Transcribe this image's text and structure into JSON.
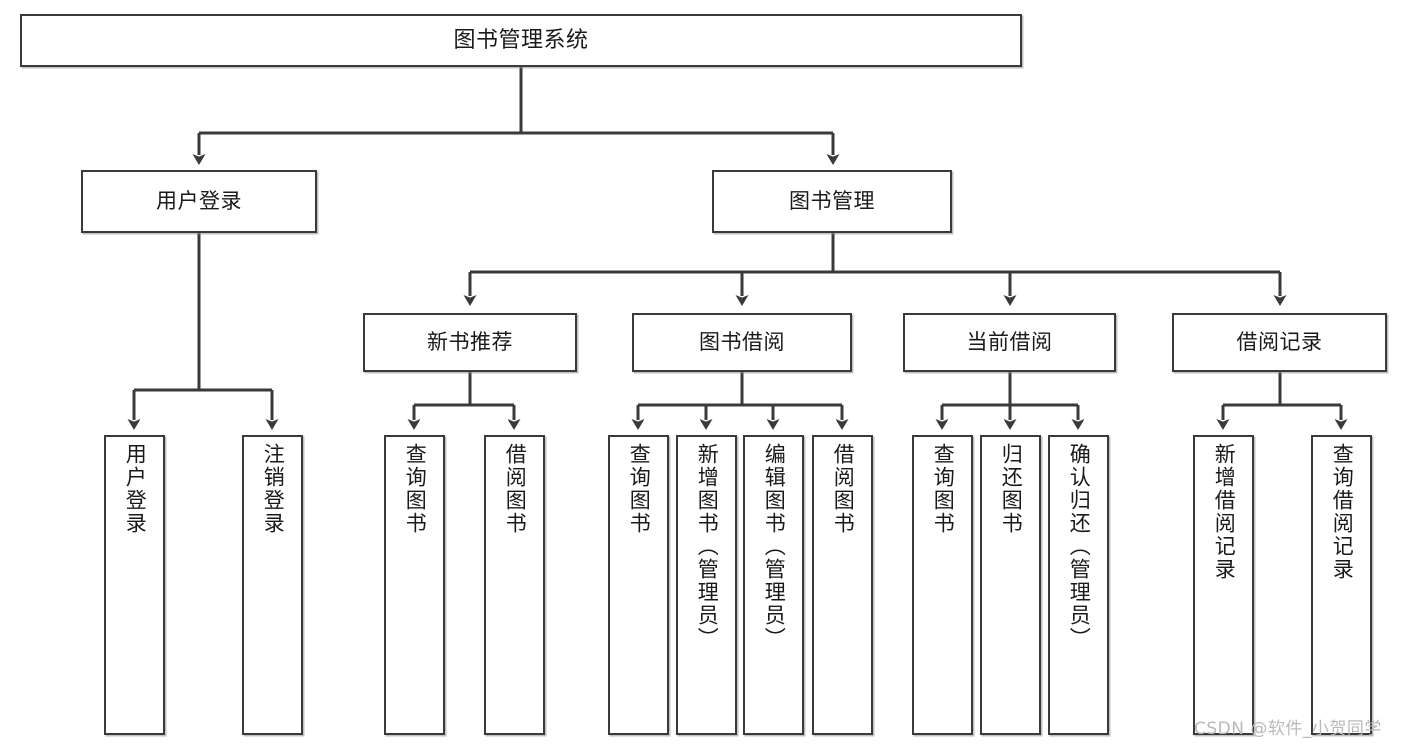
{
  "diagram": {
    "title": "图书管理系统",
    "type": "tree-hierarchy",
    "watermark": "CSDN @软件_小贺同学",
    "stroke_color": "#3a3a3a",
    "fill_color": "#ffffff",
    "text_color": "#1a1a1a",
    "watermark_color": "#b9b9b9"
  },
  "nodes": {
    "root": {
      "label": "图书管理系统",
      "level": 1,
      "orientation": "horizontal"
    },
    "l2": [
      {
        "id": "user-login",
        "label": "用户登录",
        "level": 2,
        "orientation": "horizontal"
      },
      {
        "id": "book-manage",
        "label": "图书管理",
        "level": 2,
        "orientation": "horizontal"
      }
    ],
    "l3": [
      {
        "id": "new-book-rec",
        "label": "新书推荐",
        "level": 3,
        "orientation": "horizontal"
      },
      {
        "id": "book-borrow",
        "label": "图书借阅",
        "level": 3,
        "orientation": "horizontal"
      },
      {
        "id": "current-borrow",
        "label": "当前借阅",
        "level": 3,
        "orientation": "horizontal"
      },
      {
        "id": "borrow-record",
        "label": "借阅记录",
        "level": 3,
        "orientation": "horizontal"
      }
    ],
    "leaves": [
      {
        "id": "leaf-user-login",
        "label": "用户登录",
        "parent": "user-login",
        "orientation": "vertical"
      },
      {
        "id": "leaf-logout",
        "label": "注销登录",
        "parent": "user-login",
        "orientation": "vertical"
      },
      {
        "id": "leaf-query-book-1",
        "label": "查询图书",
        "parent": "new-book-rec",
        "orientation": "vertical"
      },
      {
        "id": "leaf-borrow-book-1",
        "label": "借阅图书",
        "parent": "new-book-rec",
        "orientation": "vertical"
      },
      {
        "id": "leaf-query-book-2",
        "label": "查询图书",
        "parent": "book-borrow",
        "orientation": "vertical"
      },
      {
        "id": "leaf-add-book",
        "label": "新增图书（管理员）",
        "parent": "book-borrow",
        "orientation": "vertical"
      },
      {
        "id": "leaf-edit-book",
        "label": "编辑图书（管理员）",
        "parent": "book-borrow",
        "orientation": "vertical"
      },
      {
        "id": "leaf-borrow-book-2",
        "label": "借阅图书",
        "parent": "book-borrow",
        "orientation": "vertical"
      },
      {
        "id": "leaf-query-book-3",
        "label": "查询图书",
        "parent": "current-borrow",
        "orientation": "vertical"
      },
      {
        "id": "leaf-return-book",
        "label": "归还图书",
        "parent": "current-borrow",
        "orientation": "vertical"
      },
      {
        "id": "leaf-confirm-return",
        "label": "确认归还（管理员）",
        "parent": "current-borrow",
        "orientation": "vertical"
      },
      {
        "id": "leaf-add-record",
        "label": "新增借阅记录",
        "parent": "borrow-record",
        "orientation": "vertical"
      },
      {
        "id": "leaf-query-record",
        "label": "查询借阅记录",
        "parent": "borrow-record",
        "orientation": "vertical"
      }
    ]
  }
}
